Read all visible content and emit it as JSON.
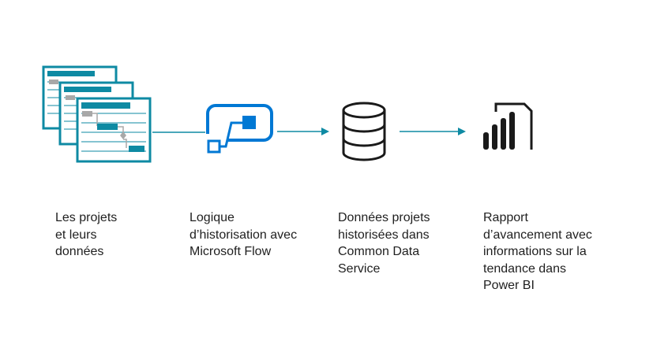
{
  "diagram": {
    "steps": [
      {
        "label": "Les projets\net leurs\ndonnées",
        "icon": "gantt-projects-icon"
      },
      {
        "label": "Logique\nd’historisation avec\nMicrosoft Flow",
        "icon": "microsoft-flow-icon"
      },
      {
        "label": "Données projets\nhistorisées dans\nCommon Data\nService",
        "icon": "database-icon"
      },
      {
        "label": "Rapport\nd’avancement avec\ninformations sur la\ntendance dans\nPower BI",
        "icon": "power-bi-icon"
      }
    ],
    "colors": {
      "teal": "#0e8aa3",
      "blue": "#0078d4",
      "dark": "#1a1a1a",
      "gantt_gray": "#a8a8a8"
    }
  }
}
